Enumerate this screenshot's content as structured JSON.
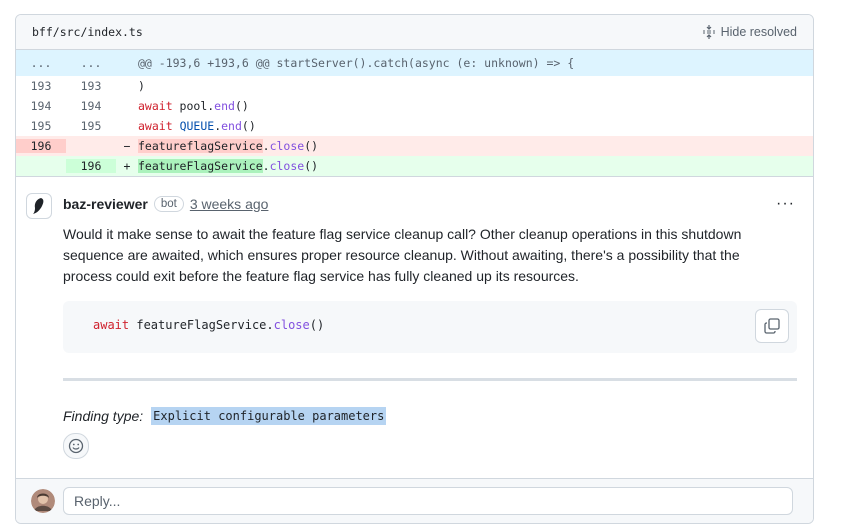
{
  "file": {
    "path": "bff/src/index.ts",
    "hide_resolved_label": "Hide resolved"
  },
  "diff": {
    "hunk": {
      "left": "...",
      "right": "...",
      "text": "@@ -193,6 +193,6 @@ startServer().catch(async (e: unknown) => {"
    },
    "lines": [
      {
        "old": "193",
        "new": "193",
        "sign": "",
        "type": "context"
      },
      {
        "old": "194",
        "new": "194",
        "sign": "",
        "type": "context"
      },
      {
        "old": "195",
        "new": "195",
        "sign": "",
        "type": "context"
      },
      {
        "old": "196",
        "new": "",
        "sign": "−",
        "type": "del"
      },
      {
        "old": "",
        "new": "196",
        "sign": "+",
        "type": "add"
      }
    ],
    "tokens": {
      "l193": ")",
      "await": "await",
      "pool": " pool.",
      "end": "end",
      "parens": "()",
      "queue": "QUEUE",
      "dot": ".",
      "del_obj": "featureflagService",
      "add_obj": "featureFlagService",
      "close": "close"
    }
  },
  "comment": {
    "author": "baz-reviewer",
    "badge": "bot",
    "time": "3 weeks ago",
    "more_label": "···",
    "body": "Would it make sense to await the feature flag service cleanup call? Other cleanup operations in this shutdown sequence are awaited, which ensures proper resource cleanup. Without awaiting, there's a possibility that the process could exit before the feature flag service has fully cleaned up its resources.",
    "suggestion": {
      "kw": "await",
      "obj": " featureFlagService.",
      "fn": "close",
      "tail": "()"
    },
    "finding_label": "Finding type:",
    "finding_value": "Explicit configurable parameters"
  },
  "reply": {
    "placeholder": "Reply..."
  },
  "colors": {
    "hunk_bg": "#ddf4ff",
    "del_bg": "#ffebe9",
    "add_bg": "#e6ffec",
    "keyword": "#cf222e",
    "function": "#8250df"
  }
}
